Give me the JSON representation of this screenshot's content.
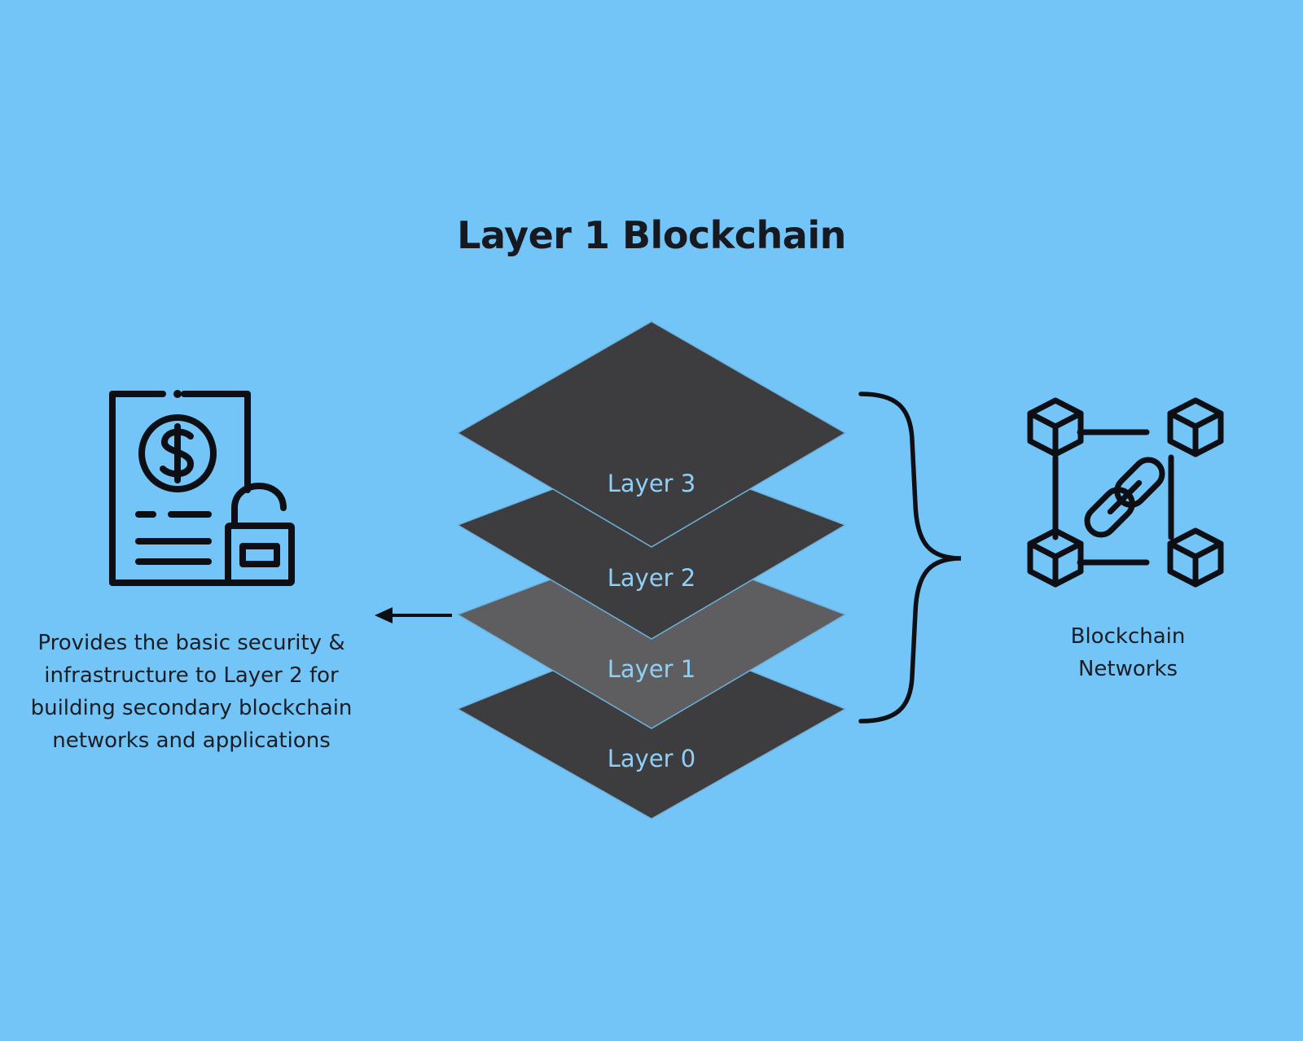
{
  "title": "Layer 1 Blockchain",
  "layers": [
    {
      "label": "Layer 3",
      "color": "#3d3d3f"
    },
    {
      "label": "Layer 2",
      "color": "#3d3d3f"
    },
    {
      "label": "Layer 1",
      "color": "#5e5e60",
      "highlighted": true
    },
    {
      "label": "Layer 0",
      "color": "#3d3d3f"
    }
  ],
  "left_caption": "Provides the basic security & infrastructure to Layer 2 for building secondary blockchain networks and applications",
  "right_caption": "Blockchain Networks",
  "icons": {
    "left": "secure-document-dollar-icon",
    "right": "blockchain-network-icon"
  },
  "colors": {
    "background": "#73c4f7",
    "layer_dark": "#3d3d3f",
    "layer_highlight": "#5e5e60",
    "layer_text": "#8fd0f8",
    "ink": "#0d0f14"
  }
}
